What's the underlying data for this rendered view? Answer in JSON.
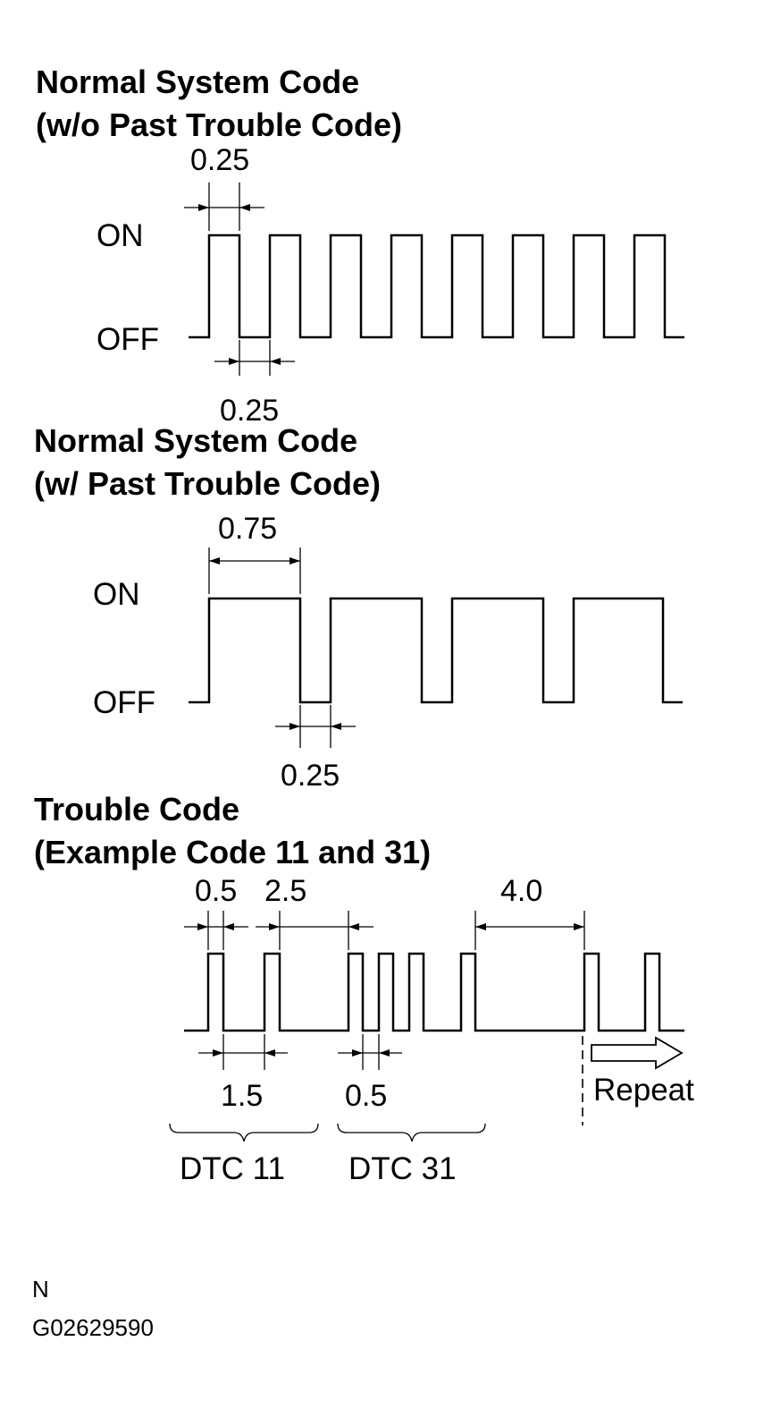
{
  "sections": [
    {
      "title_line1": "Normal System Code",
      "title_line2": "(w/o Past Trouble Code)",
      "on_label": "ON",
      "off_label": "OFF",
      "dim_on": "0.25",
      "dim_off": "0.25"
    },
    {
      "title_line1": "Normal System Code",
      "title_line2": "(w/ Past Trouble Code)",
      "on_label": "ON",
      "off_label": "OFF",
      "dim_on": "0.75",
      "dim_off": "0.25"
    },
    {
      "title_line1": "Trouble Code",
      "title_line2": "(Example Code 11 and 31)",
      "dim_on": "0.5",
      "dim_gap_dtc": "2.5",
      "dim_gap_repeat": "4.0",
      "dim_gap_digit": "1.5",
      "dim_off": "0.5",
      "repeat_label": "Repeat",
      "dtc_a": "DTC 11",
      "dtc_b": "DTC 31"
    }
  ],
  "footer": {
    "mark": "N",
    "figure_id": "G02629590"
  }
}
